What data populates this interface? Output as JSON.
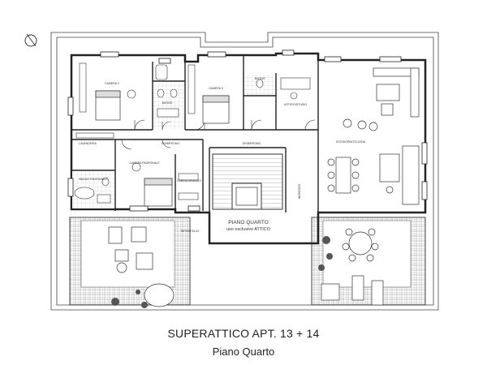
{
  "caption": {
    "title": "SUPERATTICO APT. 13 + 14",
    "subtitle": "Piano Quarto"
  },
  "center_label": {
    "line1": "PIANO QUARTO",
    "line2": "uso esclusivo ATTICO"
  },
  "rooms": {
    "camera2": "CAMERA 2",
    "bagno1": "BAGNO",
    "camera3": "CAMERA 3",
    "bagno2": "BAGNO",
    "ufficio": "UFFICIO/STUDIO",
    "soggiorno": "SOGGIORNO/CUCINA",
    "lavanderia": "LAVANDERIA",
    "disimpegno1": "DISIMPEGNO",
    "disimpegno2": "DISIMPEGNO",
    "camera_padronale": "CAMERA PADRONALE",
    "bagno_padronale": "BAGNO PADRONALE",
    "cabina": "CABINA ARMADIO",
    "ripostiglio": "RIPOSTIGLIO",
    "ingresso": "INGRESSO"
  },
  "icons": {
    "north": "north-arrow-icon"
  }
}
